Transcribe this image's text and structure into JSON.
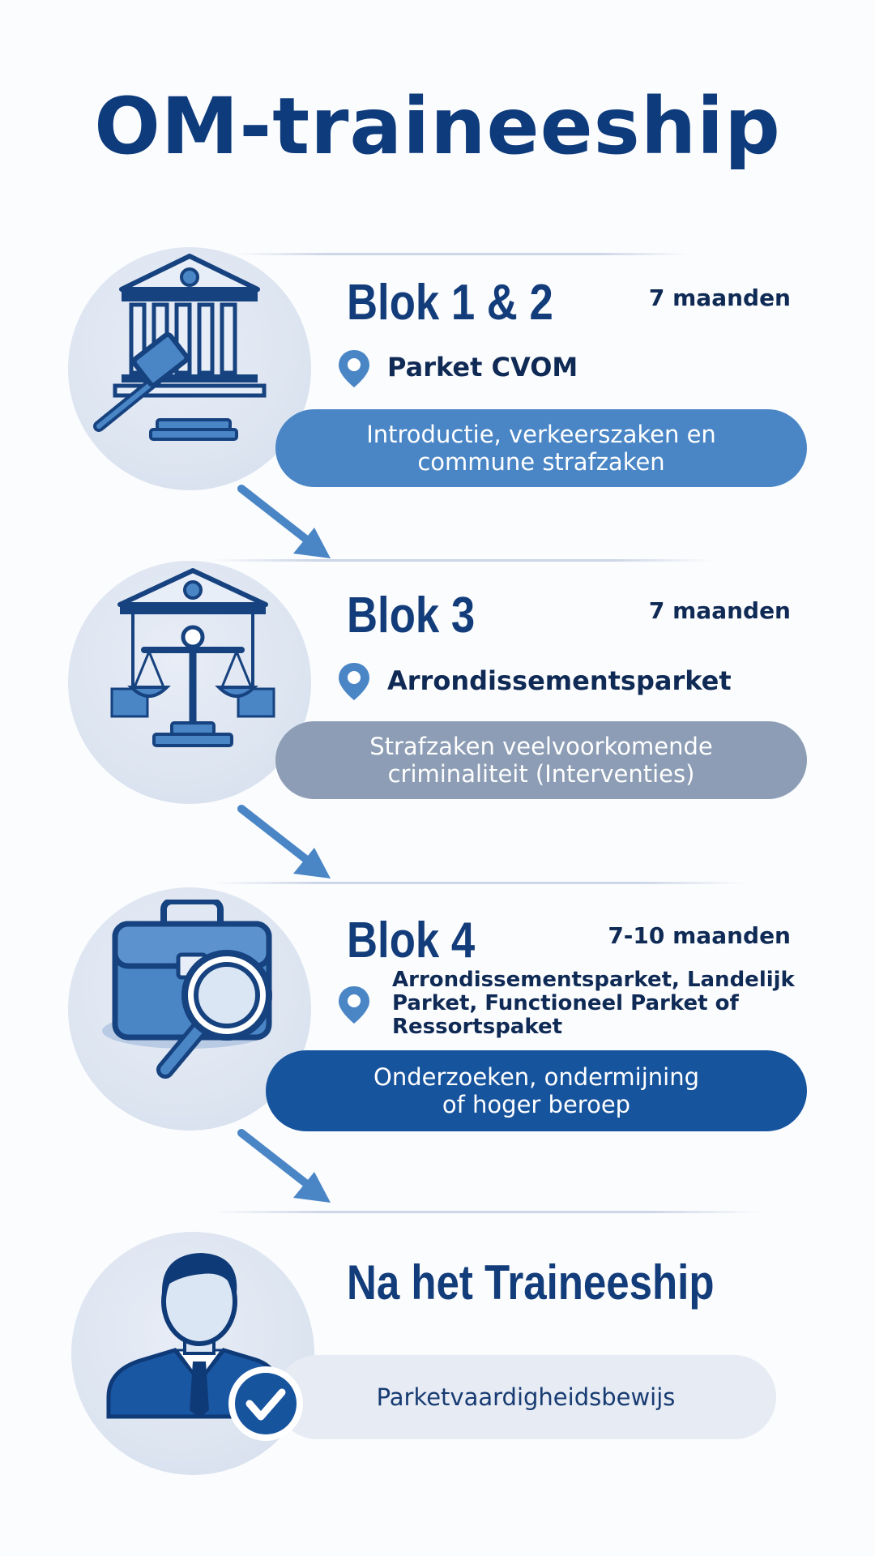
{
  "title": "OM-traineeship",
  "blocks": [
    {
      "title": "Blok 1 & 2",
      "duration": "7 maanden",
      "location": "Parket CVOM",
      "description": "Introductie, verkeerszaken en\ncommune strafzaken",
      "icon": "courthouse-gavel-icon"
    },
    {
      "title": "Blok 3",
      "duration": "7 maanden",
      "location": "Arrondissementsparket",
      "description": "Strafzaken veelvoorkomende\ncriminaliteit (Interventies)",
      "icon": "scales-of-justice-icon"
    },
    {
      "title": "Blok 4",
      "duration": "7-10 maanden",
      "location": "Arrondissementsparket, Landelijk Parket, Functioneel Parket of Ressortspaket",
      "description": "Onderzoeken, ondermijning\nof hoger beroep",
      "icon": "briefcase-magnifier-icon"
    }
  ],
  "final": {
    "title": "Na het Traineeship",
    "description": "Parketvaardigheidsbewijs",
    "icon": "prosecutor-checkmark-icon"
  },
  "colors": {
    "title": "#0e3b7c",
    "pill_block1": "#4a86c6",
    "pill_block3": "#8c9db5",
    "pill_block4": "#17549e",
    "pill_final": "#e6ebf4",
    "accent_pin": "#4a86c6"
  }
}
